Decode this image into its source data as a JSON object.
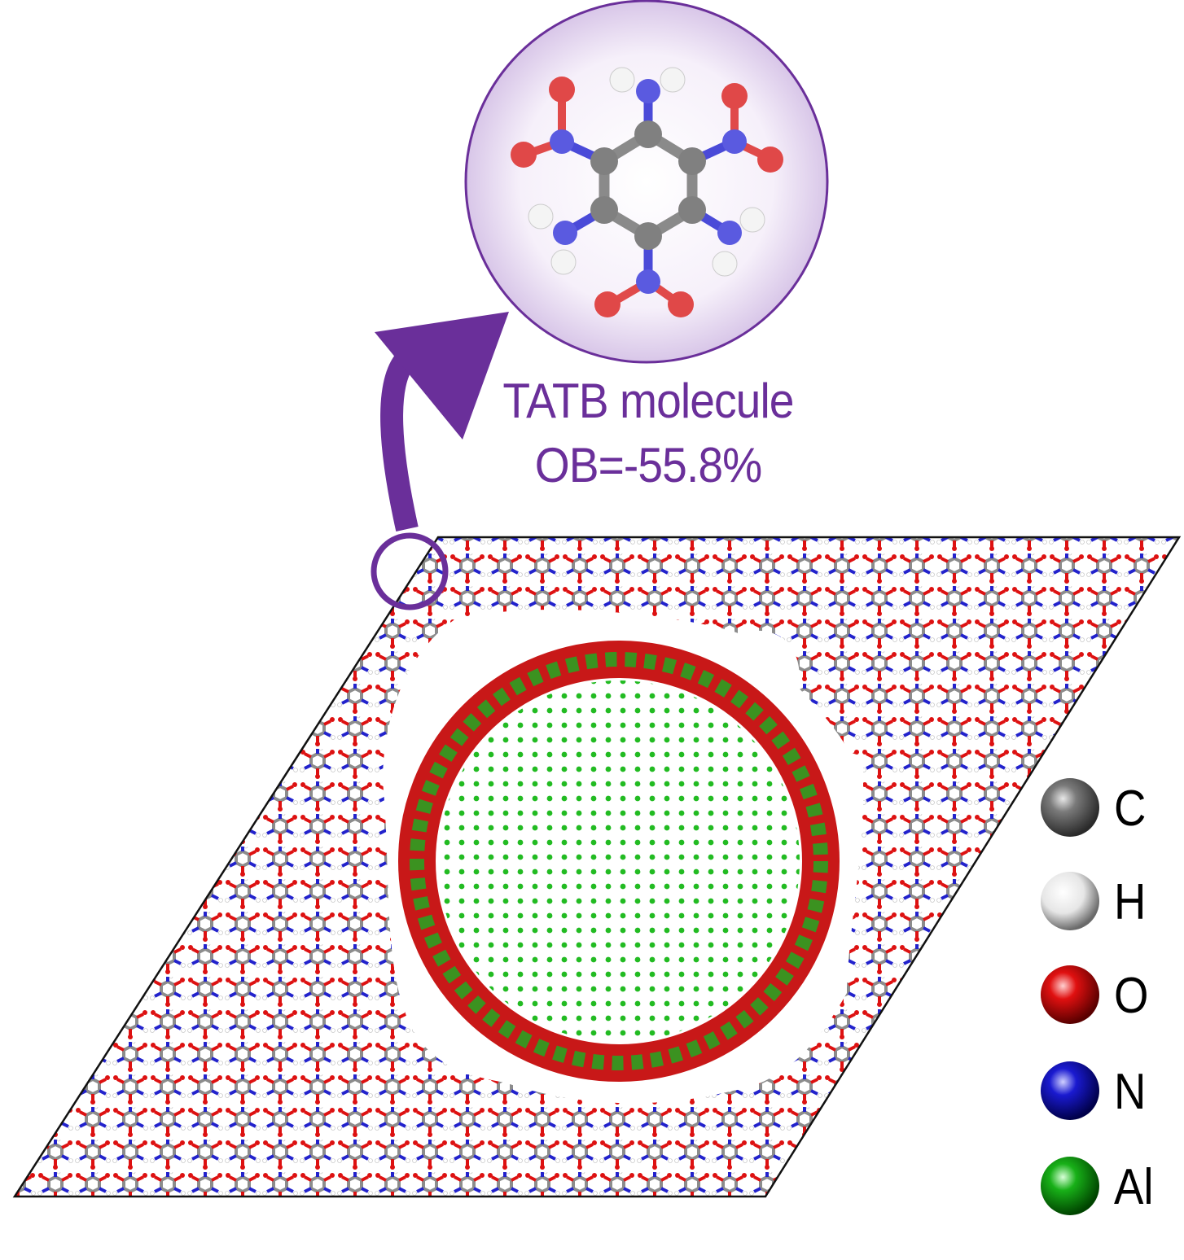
{
  "molecule": {
    "title": "TATB molecule",
    "oxygen_balance": "OB=-55.8%"
  },
  "legend": {
    "items": [
      {
        "symbol": "C",
        "color": "#7a7a7a",
        "icon": "carbon-sphere-icon"
      },
      {
        "symbol": "H",
        "color": "#e6e6e6",
        "icon": "hydrogen-sphere-icon"
      },
      {
        "symbol": "O",
        "color": "#e01010",
        "icon": "oxygen-sphere-icon"
      },
      {
        "symbol": "N",
        "color": "#1a1ad0",
        "icon": "nitrogen-sphere-icon"
      },
      {
        "symbol": "Al",
        "color": "#18b018",
        "icon": "aluminum-sphere-icon"
      }
    ]
  },
  "colors": {
    "accent": "#6a2f9a",
    "carbon": "#8a8a8a",
    "hydrogen": "#f2f2f2",
    "oxygen": "#e01010",
    "nitrogen": "#1a1ad0",
    "aluminum": "#18b018"
  }
}
